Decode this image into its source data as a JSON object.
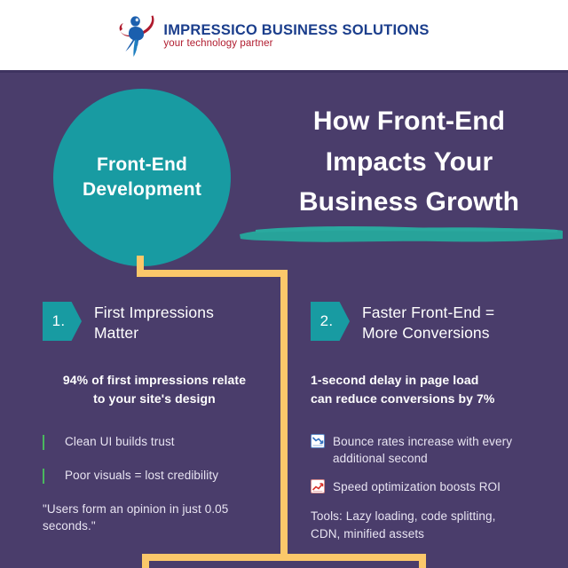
{
  "header": {
    "logo_icon": "impressico-figure-logo",
    "company_name": "IMPRESSICO BUSINESS SOLUTIONS",
    "tagline": "your technology partner",
    "brand_blue": "#1b3e8c",
    "brand_red": "#b01b2e"
  },
  "hero": {
    "circle": {
      "line1": "Front-End",
      "line2": "Development",
      "color": "#189ba2"
    },
    "headline": {
      "line1": "How Front-End",
      "line2": "Impacts Your",
      "line3": "Business Growth"
    },
    "underline_icon": "teal-brush-stroke"
  },
  "theme": {
    "background": "#4a3d6b",
    "teal": "#189ba2",
    "orange": "#fbc86a",
    "green": "#5bd85b",
    "text_white": "#ffffff"
  },
  "columns": [
    {
      "number": "1.",
      "title_line1": "First Impressions",
      "title_line2": "Matter",
      "stat_line1": "94% of first impressions relate",
      "stat_line2": "to your site's design",
      "bullets": [
        {
          "icon": "green-square-icon",
          "text": "Clean UI builds trust"
        },
        {
          "icon": "green-square-icon",
          "text": "Poor visuals = lost credibility"
        }
      ],
      "note_line1": "\"Users form an opinion in just 0.05",
      "note_line2": "seconds.\""
    },
    {
      "number": "2.",
      "title_line1": "Faster Front-End =",
      "title_line2": "More Conversions",
      "stat_line1": "1-second delay in page load",
      "stat_line2": "can reduce conversions by 7%",
      "bullets": [
        {
          "icon": "chart-decreasing-icon",
          "text": "Bounce rates increase with every additional second"
        },
        {
          "icon": "chart-increasing-icon",
          "text": "Speed optimization boosts ROI"
        }
      ],
      "note_line1": "Tools: Lazy loading, code splitting,",
      "note_line2": "CDN, minified assets"
    }
  ]
}
